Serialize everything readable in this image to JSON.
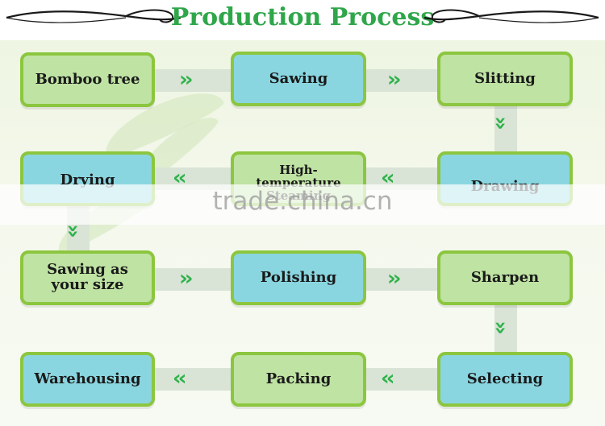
{
  "title": "Production Process",
  "watermark": "trade.china.cn",
  "steps": [
    {
      "label": "Bomboo tree"
    },
    {
      "label": "Sawing"
    },
    {
      "label": "Slitting"
    },
    {
      "label": "Drawing"
    },
    {
      "label": "High-temperature Steaming"
    },
    {
      "label": "Drying"
    },
    {
      "label": "Sawing as your size"
    },
    {
      "label": "Polishing"
    },
    {
      "label": "Sharpen"
    },
    {
      "label": "Selecting"
    },
    {
      "label": "Packing"
    },
    {
      "label": "Warehousing"
    }
  ],
  "colors": {
    "green": "#bfe3a3",
    "blue": "#8ad6e0",
    "border": "#8cc63f",
    "arrow": "#2fb24a",
    "title": "#2fa64a"
  }
}
